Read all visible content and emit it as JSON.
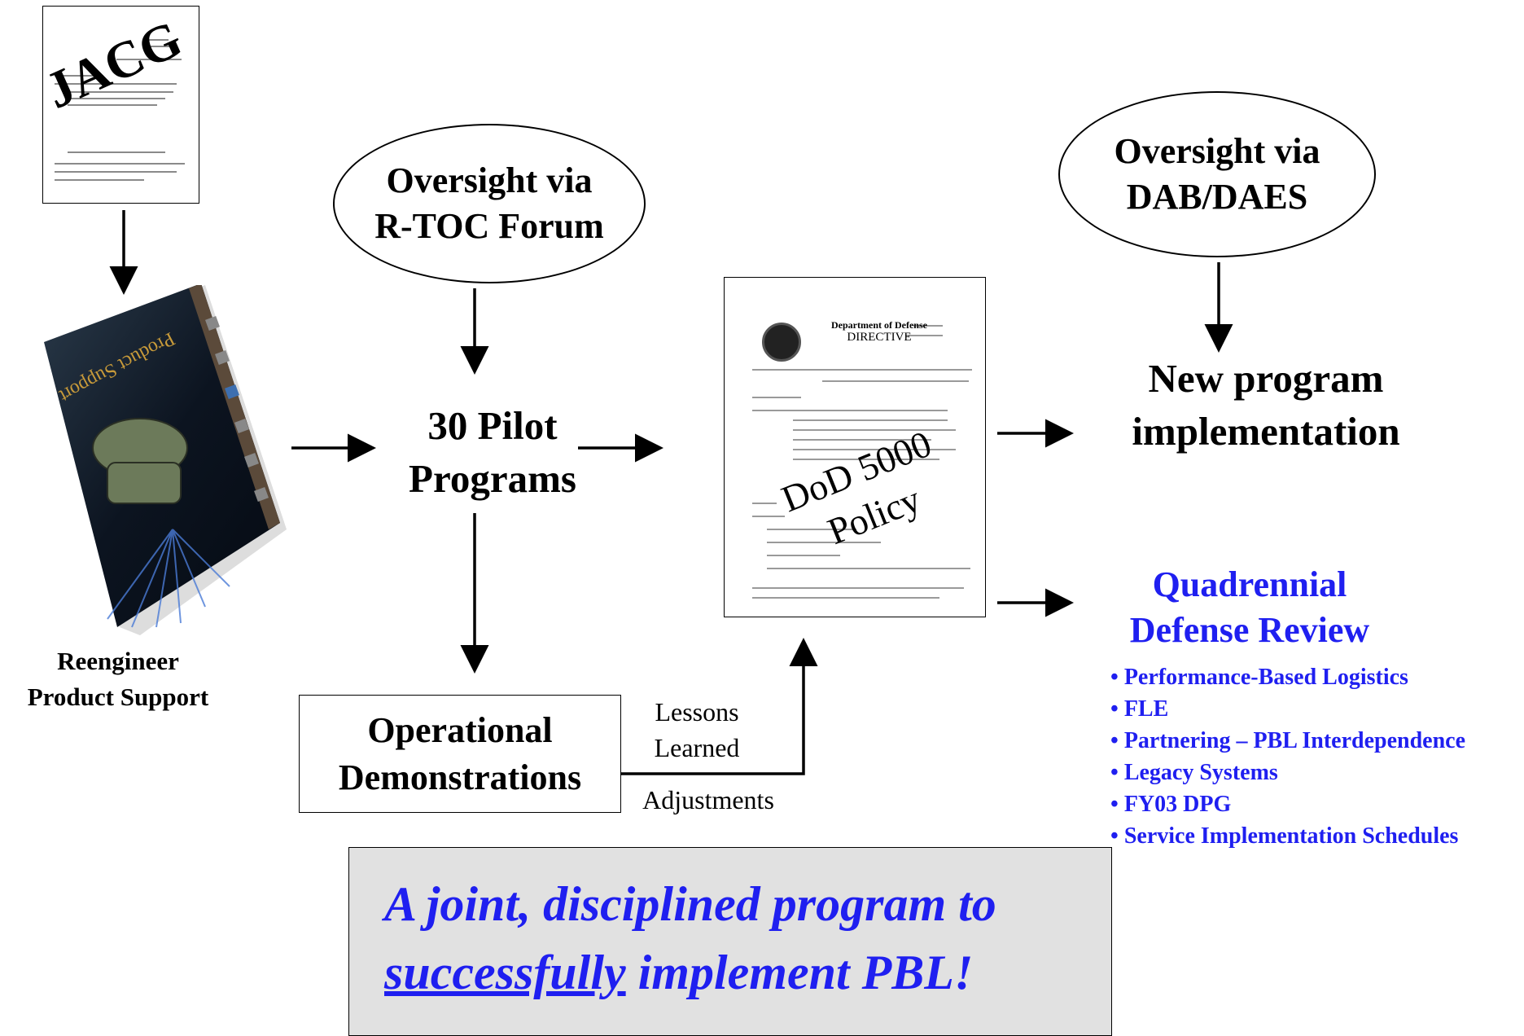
{
  "nodes": {
    "jacg_stamp": "JACG",
    "book_caption": [
      "Reengineer",
      "Product Support"
    ],
    "book_cover_title": "Product Support for the 21st Century",
    "oval_rtoc": [
      "Oversight via",
      "R-TOC Forum"
    ],
    "pilot": [
      "30 Pilot",
      "Programs"
    ],
    "ops": [
      "Operational",
      "Demonstrations"
    ],
    "lessons": [
      "Lessons",
      "Learned"
    ],
    "adjustments": "Adjustments",
    "dod_department": "Department of Defense",
    "dod_directive": "DIRECTIVE",
    "dod_stamp": [
      "DoD 5000",
      "Policy"
    ],
    "oval_dab": [
      "Oversight via",
      "DAB/DAES"
    ],
    "new_program": [
      "New program",
      "implementation"
    ],
    "qdr_title": [
      "Quadrennial",
      "Defense Review"
    ],
    "qdr_items": [
      "Performance-Based Logistics",
      "FLE",
      "Partnering – PBL Interdependence",
      "Legacy Systems",
      "FY03 DPG",
      "Service Implementation Schedules"
    ]
  },
  "tagline": {
    "line1": "A joint, disciplined program to",
    "line2_underlined": "successfully",
    "line2_rest": " implement PBL!"
  },
  "colors": {
    "accent_blue": "#1f1ff0",
    "tag_box_bg": "#e1e1e1"
  }
}
